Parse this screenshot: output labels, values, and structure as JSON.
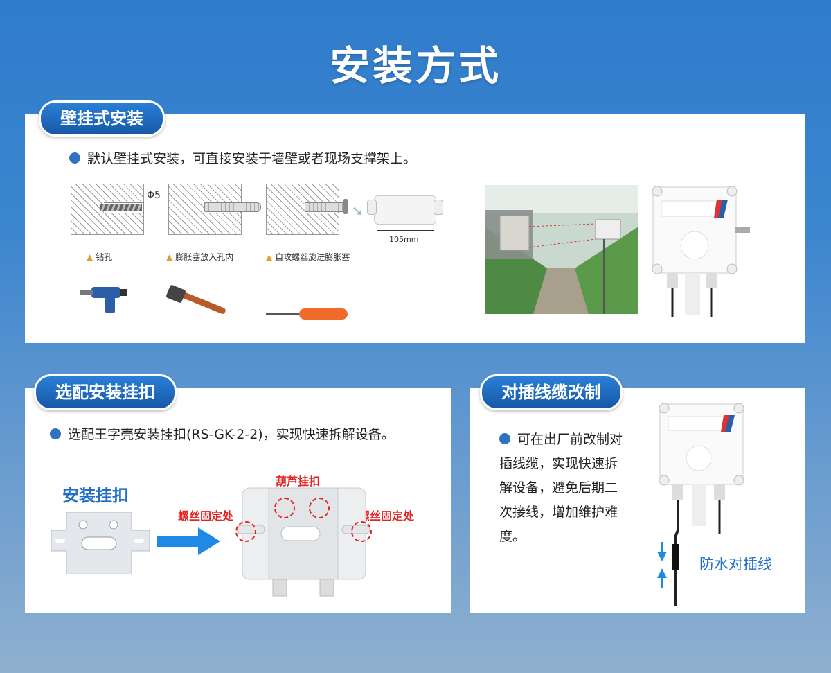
{
  "page": {
    "title": "安装方式"
  },
  "wall": {
    "heading": "壁挂式安装",
    "text": "默认壁挂式安装，可直接安装于墙壁或者现场支撑架上。",
    "diameter_label": "Φ5",
    "width_label": "105mm",
    "steps": [
      "钻孔",
      "膨胀塞放入孔内",
      "自攻螺丝旋进膨胀塞"
    ],
    "marker": "▲"
  },
  "buckle": {
    "heading": "选配安装挂扣",
    "text": "选配王字壳安装挂扣(RS-GK-2-2)，实现快速拆解设备。",
    "buckle_label": "安装挂扣",
    "gourd_label": "葫芦挂扣",
    "screw_label": "螺丝固定处"
  },
  "plug": {
    "heading": "对插线缆改制",
    "text": "可在出厂前改制对插线缆，实现快速拆解设备，避免后期二次接线，增加维护难度。",
    "waterproof_label": "防水对插线"
  },
  "colors": {
    "accent": "#1f6fc8",
    "alert": "#e52323"
  }
}
